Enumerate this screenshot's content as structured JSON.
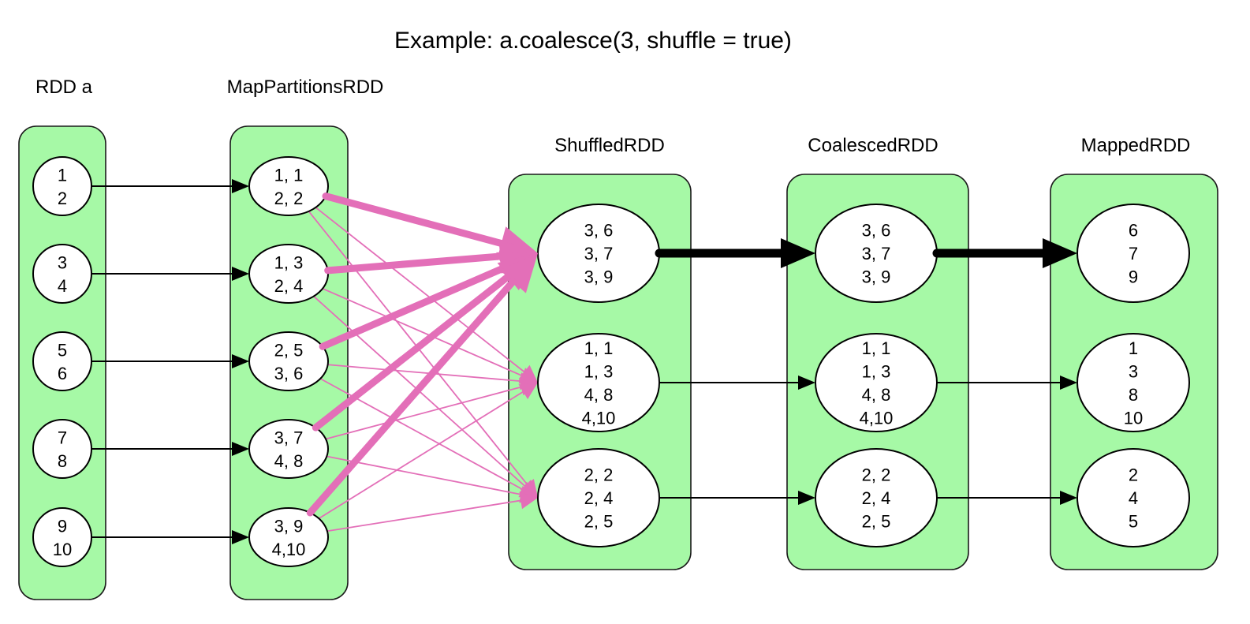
{
  "title": "Example: a.coalesce(3, shuffle = true)",
  "colors": {
    "container_fill": "#a6f9a6",
    "shuffle_edge": "#e36fb8",
    "narrow_edge": "#000000",
    "node_fill": "#ffffff"
  },
  "rdds": [
    {
      "id": "rdd-a",
      "label": "RDD a",
      "partitions": [
        [
          "1",
          "2"
        ],
        [
          "3",
          "4"
        ],
        [
          "5",
          "6"
        ],
        [
          "7",
          "8"
        ],
        [
          "9",
          "10"
        ]
      ]
    },
    {
      "id": "map-partitions-rdd",
      "label": "MapPartitionsRDD",
      "partitions": [
        [
          "1, 1",
          "2, 2"
        ],
        [
          "1, 3",
          "2, 4"
        ],
        [
          "2, 5",
          "3, 6"
        ],
        [
          "3, 7",
          "4, 8"
        ],
        [
          "3, 9",
          "4,10"
        ]
      ]
    },
    {
      "id": "shuffled-rdd",
      "label": "ShuffledRDD",
      "partitions": [
        [
          "3, 6",
          "3, 7",
          "3, 9"
        ],
        [
          "1, 1",
          "1, 3",
          "4, 8",
          "4,10"
        ],
        [
          "2, 2",
          "2, 4",
          "2, 5"
        ]
      ]
    },
    {
      "id": "coalesced-rdd",
      "label": "CoalescedRDD",
      "partitions": [
        [
          "3, 6",
          "3, 7",
          "3, 9"
        ],
        [
          "1, 1",
          "1, 3",
          "4, 8",
          "4,10"
        ],
        [
          "2, 2",
          "2, 4",
          "2, 5"
        ]
      ]
    },
    {
      "id": "mapped-rdd",
      "label": "MappedRDD",
      "partitions": [
        [
          "6",
          "7",
          "9"
        ],
        [
          "1",
          "3",
          "8",
          "10"
        ],
        [
          "2",
          "4",
          "5"
        ]
      ]
    }
  ],
  "edges": [
    {
      "from": [
        0,
        0
      ],
      "to": [
        1,
        0
      ],
      "kind": "narrow",
      "weight": "thin"
    },
    {
      "from": [
        0,
        1
      ],
      "to": [
        1,
        1
      ],
      "kind": "narrow",
      "weight": "thin"
    },
    {
      "from": [
        0,
        2
      ],
      "to": [
        1,
        2
      ],
      "kind": "narrow",
      "weight": "thin"
    },
    {
      "from": [
        0,
        3
      ],
      "to": [
        1,
        3
      ],
      "kind": "narrow",
      "weight": "thin"
    },
    {
      "from": [
        0,
        4
      ],
      "to": [
        1,
        4
      ],
      "kind": "narrow",
      "weight": "thin"
    },
    {
      "from": [
        1,
        0
      ],
      "to": [
        2,
        0
      ],
      "kind": "shuffle",
      "weight": "thick"
    },
    {
      "from": [
        1,
        1
      ],
      "to": [
        2,
        0
      ],
      "kind": "shuffle",
      "weight": "thick"
    },
    {
      "from": [
        1,
        2
      ],
      "to": [
        2,
        0
      ],
      "kind": "shuffle",
      "weight": "thick"
    },
    {
      "from": [
        1,
        3
      ],
      "to": [
        2,
        0
      ],
      "kind": "shuffle",
      "weight": "thick"
    },
    {
      "from": [
        1,
        4
      ],
      "to": [
        2,
        0
      ],
      "kind": "shuffle",
      "weight": "thick"
    },
    {
      "from": [
        1,
        0
      ],
      "to": [
        2,
        1
      ],
      "kind": "shuffle",
      "weight": "thin"
    },
    {
      "from": [
        1,
        1
      ],
      "to": [
        2,
        1
      ],
      "kind": "shuffle",
      "weight": "thin"
    },
    {
      "from": [
        1,
        2
      ],
      "to": [
        2,
        1
      ],
      "kind": "shuffle",
      "weight": "thin"
    },
    {
      "from": [
        1,
        3
      ],
      "to": [
        2,
        1
      ],
      "kind": "shuffle",
      "weight": "thin"
    },
    {
      "from": [
        1,
        4
      ],
      "to": [
        2,
        1
      ],
      "kind": "shuffle",
      "weight": "thin"
    },
    {
      "from": [
        1,
        0
      ],
      "to": [
        2,
        2
      ],
      "kind": "shuffle",
      "weight": "thin"
    },
    {
      "from": [
        1,
        1
      ],
      "to": [
        2,
        2
      ],
      "kind": "shuffle",
      "weight": "thin"
    },
    {
      "from": [
        1,
        2
      ],
      "to": [
        2,
        2
      ],
      "kind": "shuffle",
      "weight": "thin"
    },
    {
      "from": [
        1,
        3
      ],
      "to": [
        2,
        2
      ],
      "kind": "shuffle",
      "weight": "thin"
    },
    {
      "from": [
        1,
        4
      ],
      "to": [
        2,
        2
      ],
      "kind": "shuffle",
      "weight": "thin"
    },
    {
      "from": [
        2,
        0
      ],
      "to": [
        3,
        0
      ],
      "kind": "narrow",
      "weight": "thick"
    },
    {
      "from": [
        2,
        1
      ],
      "to": [
        3,
        1
      ],
      "kind": "narrow",
      "weight": "thin"
    },
    {
      "from": [
        2,
        2
      ],
      "to": [
        3,
        2
      ],
      "kind": "narrow",
      "weight": "thin"
    },
    {
      "from": [
        3,
        0
      ],
      "to": [
        4,
        0
      ],
      "kind": "narrow",
      "weight": "thick"
    },
    {
      "from": [
        3,
        1
      ],
      "to": [
        4,
        1
      ],
      "kind": "narrow",
      "weight": "thin"
    },
    {
      "from": [
        3,
        2
      ],
      "to": [
        4,
        2
      ],
      "kind": "narrow",
      "weight": "thin"
    }
  ]
}
